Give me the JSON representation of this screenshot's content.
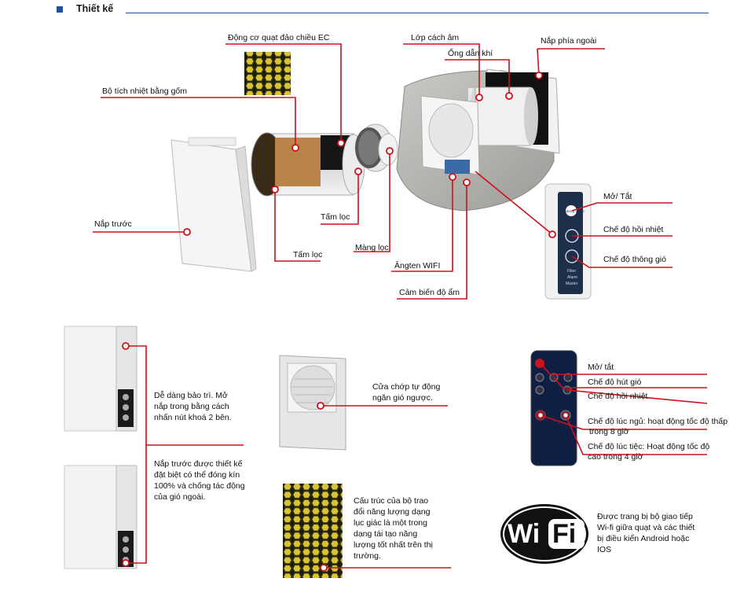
{
  "header": {
    "title": "Thiết kế"
  },
  "diagram_labels": {
    "dong_co": "Động cơ quạt đảo chiều EC",
    "bo_tich_nhiet": "Bộ tích nhiệt bằng gốm",
    "nap_truoc": "Nắp trước",
    "tam_loc_1": "Tấm lọc",
    "tam_loc_2": "Tấm lọc",
    "mang_loc": "Màng lọc",
    "lop_cach_am": "Lớp cách âm",
    "ong_dan_khi": "Ống dẫn khí",
    "nap_phia_ngoai": "Nắp phía ngoài",
    "angten": "Ăngten WIFI",
    "cam_bien": "Cảm biến độ ẩm"
  },
  "panel": {
    "brand": "Blauberg Vento",
    "mo_tat": "Mở/ Tắt",
    "hoi_nhiet": "Chế độ hồi nhiệt",
    "thong_gio": "Chế độ thông gió",
    "small_labels": [
      "Filter",
      "Alarm",
      "Master"
    ]
  },
  "maintenance": {
    "text_1": "Dễ dàng bảo trì. Mở nắp trong bằng cách nhấn nút khoá 2 bên.",
    "text_2": "Nắp trước được thiết kế đặt biệt có thể đóng kín 100% và chống tác động của gió ngoài."
  },
  "shutter": {
    "text": "Cửa chớp tự động ngăn gió ngược."
  },
  "honeycomb": {
    "text": "Cấu trúc của bộ trao đổi năng lượng dạng lục giác là một trong dạng tái tạo năng lượng tốt nhất trên thị trường."
  },
  "remote": {
    "mo_tat": "Mở/ tắt",
    "hut_gio": "Chế độ hút gió",
    "hoi_nhiet": "Chế độ hồi nhiệt",
    "luc_ngu_1": "Chế độ lúc ngủ: hoạt động tốc độ thấp",
    "luc_ngu_2": "trong 8 giờ",
    "luc_tiec_1": "Chế độ lúc tiệc: Hoạt động tốc độ",
    "luc_tiec_2": "cao trong 4 giờ"
  },
  "wifi": {
    "logo_text_1": "Wi",
    "logo_text_2": "Fi",
    "text": "Được trang bị bộ giao tiếp Wi-fi giữa quạt và các thiết bị điều kiển Android hoặc IOS"
  },
  "colors": {
    "accent_blue": "#1f4ea3",
    "callout_red": "#d0101a"
  }
}
